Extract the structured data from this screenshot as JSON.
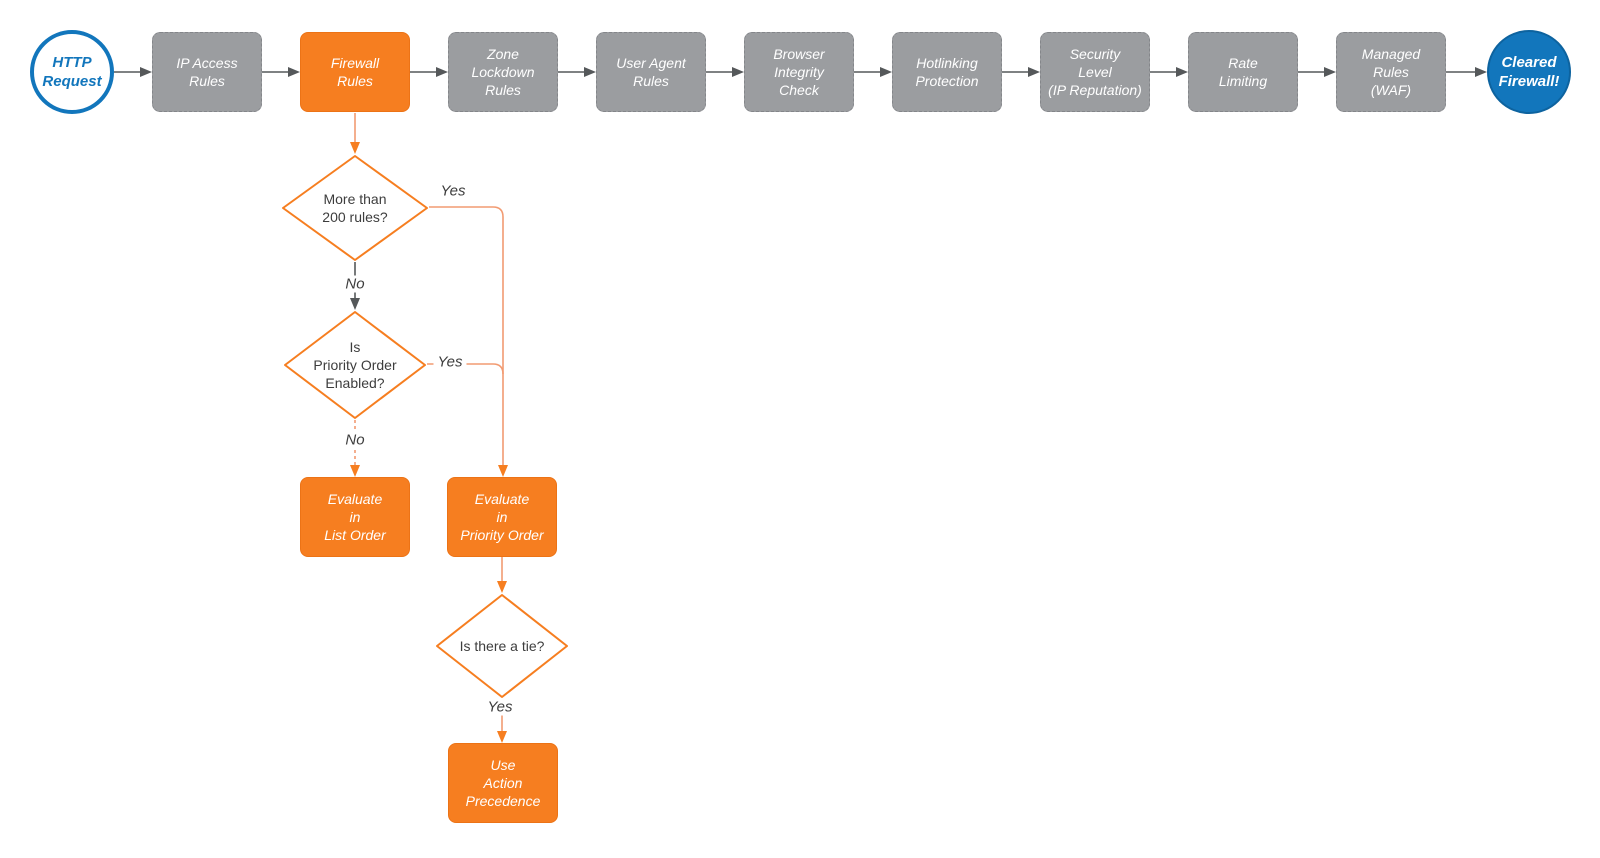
{
  "title": "HTTP request firewall processing flowchart",
  "colors": {
    "orange_fill": "#F67E20",
    "blue_fill": "#1276BC",
    "gray_fill": "#9B9DA0",
    "connector_gray": "#55585A",
    "connector_orange": "#F29B72",
    "text_white": "#FFFFFF",
    "text_dark": "#3D3D3D"
  },
  "pipeline": {
    "nodes": [
      {
        "id": "http-request",
        "label": "HTTP\nRequest"
      },
      {
        "id": "ip-access-rules",
        "label": "IP Access\nRules"
      },
      {
        "id": "firewall-rules",
        "label": "Firewall\nRules"
      },
      {
        "id": "zone-lockdown-rules",
        "label": "Zone\nLockdown\nRules"
      },
      {
        "id": "user-agent-rules",
        "label": "User Agent\nRules"
      },
      {
        "id": "browser-integrity-check",
        "label": "Browser\nIntegrity\nCheck"
      },
      {
        "id": "hotlinking-protection",
        "label": "Hotlinking\nProtection"
      },
      {
        "id": "security-level",
        "label": "Security\nLevel\n(IP Reputation)"
      },
      {
        "id": "rate-limiting",
        "label": "Rate\nLimiting"
      },
      {
        "id": "managed-rules-waf",
        "label": "Managed\nRules\n(WAF)"
      },
      {
        "id": "cleared-firewall",
        "label": "Cleared\nFirewall!"
      }
    ]
  },
  "branch": {
    "decision_200_rules": {
      "label": "More than\n200 rules?"
    },
    "decision_priority_order": {
      "label": "Is\nPriority Order\nEnabled?"
    },
    "decision_tie": {
      "label": "Is there a tie?"
    },
    "evaluate_list_order": {
      "label": "Evaluate\nin\nList Order"
    },
    "evaluate_priority_order": {
      "label": "Evaluate\nin\nPriority Order"
    },
    "use_action_precedence": {
      "label": "Use\nAction\nPrecedence"
    },
    "edge_labels": {
      "yes_200": "Yes",
      "no_200": "No",
      "yes_priority": "Yes",
      "no_priority": "No",
      "yes_tie": "Yes"
    }
  }
}
